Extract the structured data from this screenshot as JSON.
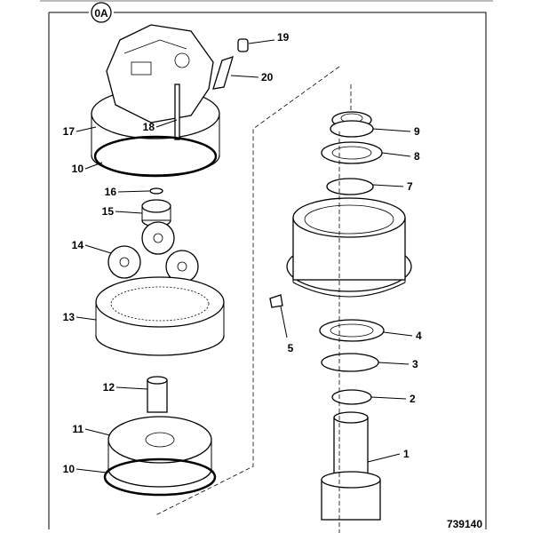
{
  "diagram": {
    "group_label": "0A",
    "figure_number": "739140",
    "callouts": {
      "c19": "19",
      "c20": "20",
      "c17": "17",
      "c18": "18",
      "c10a": "10",
      "c16": "16",
      "c15": "15",
      "c14": "14",
      "c13": "13",
      "c12": "12",
      "c11": "11",
      "c10b": "10",
      "c9": "9",
      "c8": "8",
      "c7": "7",
      "c5": "5",
      "c4": "4",
      "c3": "3",
      "c2": "2",
      "c1": "1"
    }
  }
}
